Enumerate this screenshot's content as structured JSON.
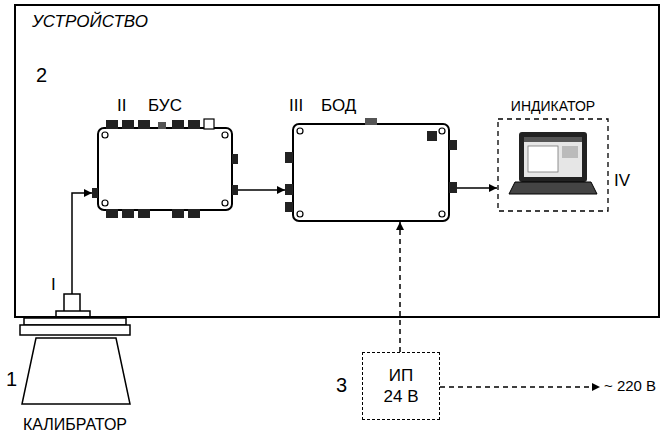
{
  "diagram": {
    "nodes": [
      {
        "text": [
          "УСТРОЙСТВО"
        ]
      },
      {
        "text": [
          "БУС"
        ],
        "in": 0
      },
      {
        "text": [
          "БОД"
        ],
        "in": 0
      },
      {
        "text": [
          "ИНДИКАТОР"
        ],
        "in": 0
      },
      {
        "text": [
          "КАЛИБРАТОР"
        ]
      },
      {
        "text": [
          "ИП 24 В"
        ]
      }
    ],
    "edges": [
      {
        "from": 1,
        "to": 2,
        "arrow": "to"
      },
      {
        "from": 2,
        "to": 3,
        "arrow": "to"
      },
      {
        "from": 5,
        "to": 2,
        "arrow": "to"
      }
    ],
    "labels": [
      "2",
      "II",
      "III",
      "IV",
      "I",
      "1",
      "3",
      "~ 220 В"
    ]
  }
}
